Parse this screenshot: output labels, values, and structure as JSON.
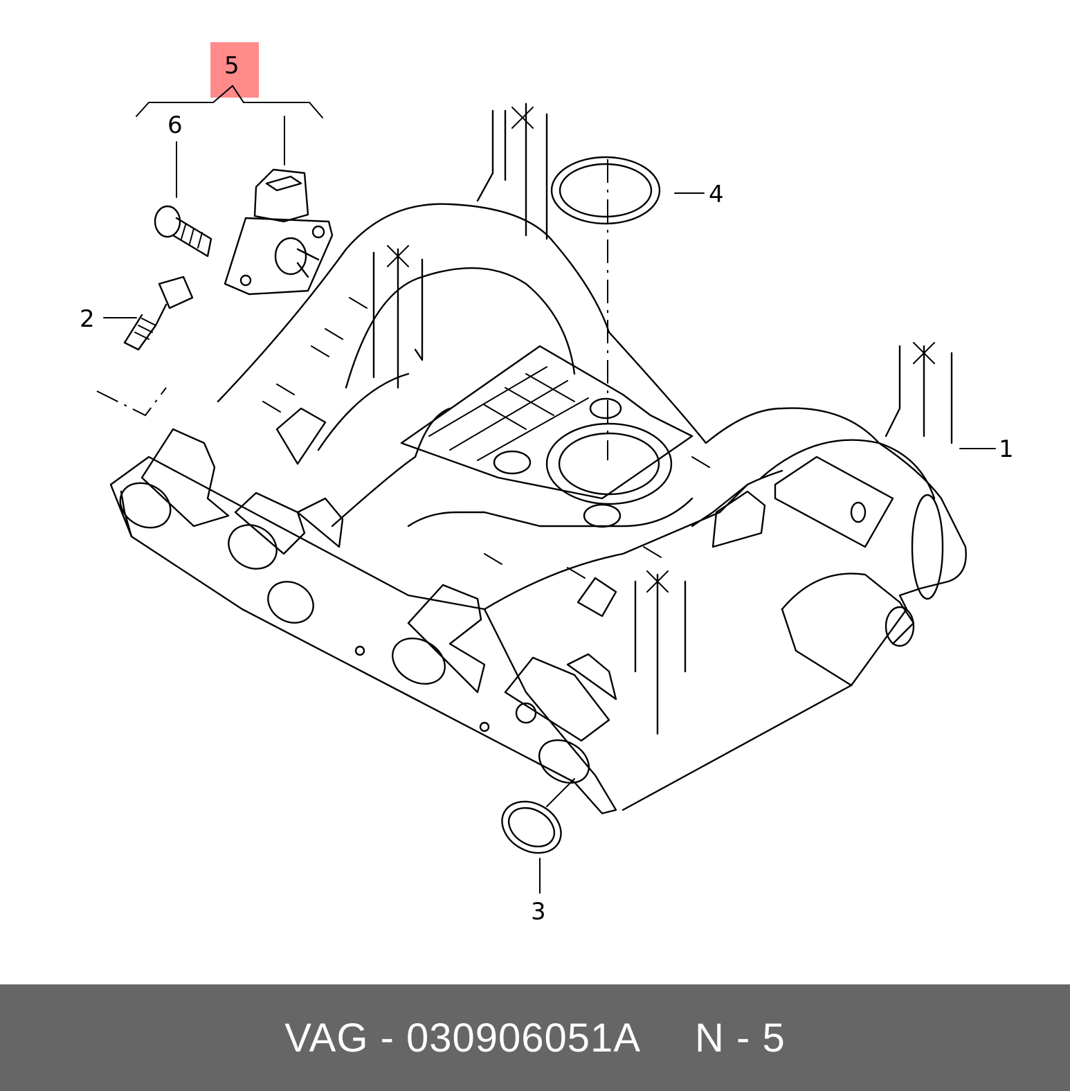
{
  "diagram": {
    "callouts": [
      "1",
      "2",
      "3",
      "4",
      "5",
      "6"
    ],
    "highlighted_callout": "5",
    "highlight_color": "#ff8a8a"
  },
  "footer": {
    "part_label": "VAG - 030906051A",
    "ref_label": "N - 5",
    "background": "#666666",
    "text_color": "#ffffff"
  }
}
